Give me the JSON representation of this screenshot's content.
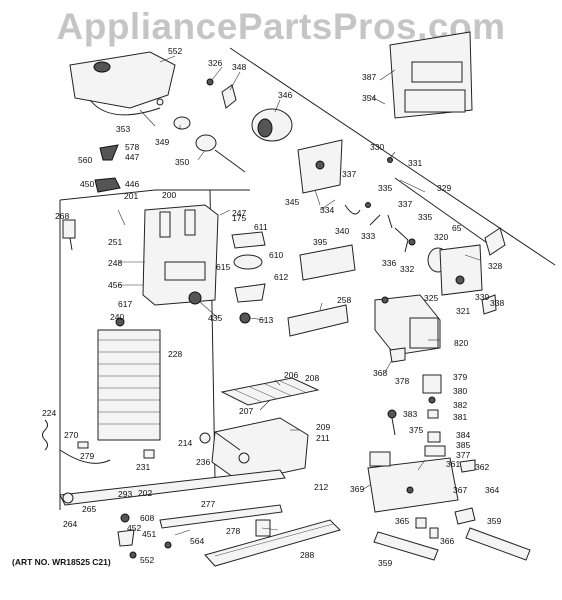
{
  "watermark": "AppliancePartsPros.com",
  "art_number": "(ART NO. WR18525 C21)",
  "part_labels": [
    "552",
    "326",
    "348",
    "387",
    "354",
    "346",
    "353",
    "349",
    "350",
    "578",
    "447",
    "560",
    "330",
    "331",
    "450",
    "446",
    "200",
    "201",
    "247",
    "175",
    "611",
    "345",
    "334",
    "337",
    "335",
    "329",
    "340",
    "333",
    "268",
    "337",
    "335",
    "65",
    "395",
    "251",
    "610",
    "615",
    "612",
    "320",
    "248",
    "456",
    "336",
    "332",
    "328",
    "617",
    "435",
    "613",
    "258",
    "325",
    "339",
    "338",
    "321",
    "240",
    "820",
    "228",
    "368",
    "378",
    "379",
    "380",
    "382",
    "381",
    "383",
    "206",
    "208",
    "207",
    "209",
    "211",
    "224",
    "375",
    "384",
    "385",
    "377",
    "214",
    "236",
    "270",
    "279",
    "231",
    "212",
    "369",
    "361",
    "362",
    "367",
    "364",
    "202",
    "293",
    "277",
    "265",
    "264",
    "608",
    "365",
    "359",
    "452",
    "278",
    "451",
    "366",
    "564",
    "288",
    "552",
    "359"
  ]
}
